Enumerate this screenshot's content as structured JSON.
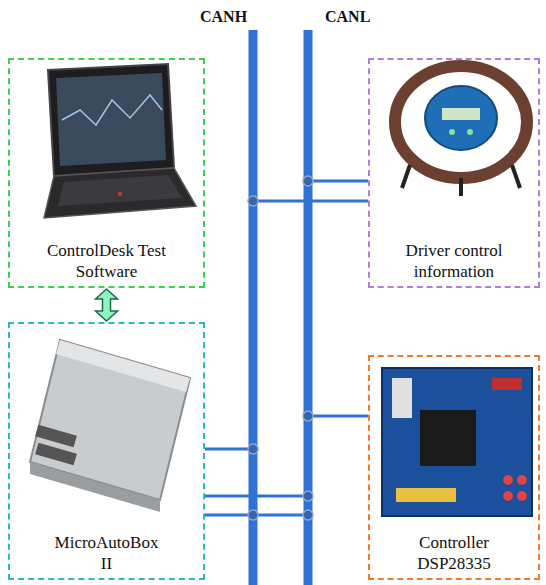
{
  "diagram": {
    "nodes": [
      {
        "text": [
          "ControlDesk Test Software"
        ]
      },
      {
        "text": [
          "Driver control information"
        ]
      },
      {
        "text": [
          "MicroAutoBox II"
        ]
      },
      {
        "text": [
          "Controller DSP28335"
        ]
      }
    ],
    "edges": [
      {
        "from": 0,
        "to": 2,
        "arrow": "both"
      }
    ],
    "labels": [
      "CANH",
      "CANL"
    ]
  }
}
